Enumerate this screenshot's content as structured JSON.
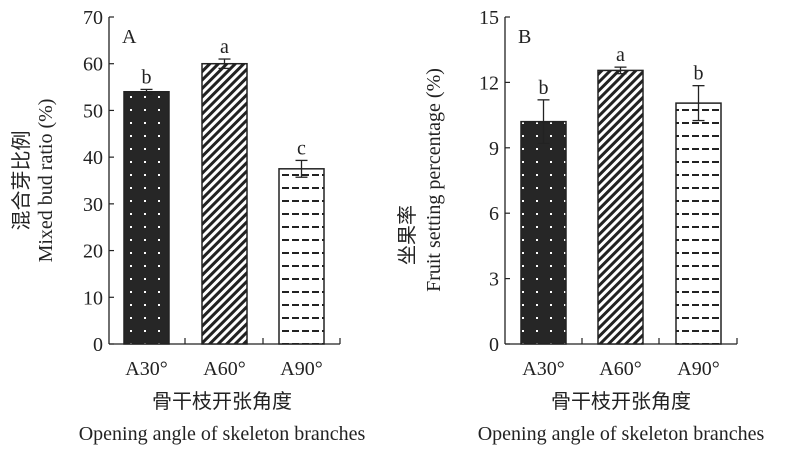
{
  "chart_data": [
    {
      "type": "bar",
      "panel_label": "A",
      "categories": [
        "A30°",
        "A60°",
        "A90°"
      ],
      "values": [
        54.0,
        60.0,
        37.5
      ],
      "errors": [
        0.5,
        1.0,
        1.8
      ],
      "significance": [
        "b",
        "a",
        "c"
      ],
      "patterns": [
        "dots-dark",
        "diagonal-stripes",
        "dashes-light"
      ],
      "ylim": [
        0,
        70
      ],
      "yticks": [
        "0",
        "10",
        "20",
        "30",
        "40",
        "50",
        "60",
        "70"
      ],
      "ylabel_cn": "混合芽比例",
      "ylabel": "Mixed bud ratio (%)",
      "xlabel_cn": "骨干枝开张角度",
      "xlabel": "Opening angle of skeleton branches",
      "grid": false
    },
    {
      "type": "bar",
      "panel_label": "B",
      "categories": [
        "A30°",
        "A60°",
        "A90°"
      ],
      "values": [
        10.2,
        12.55,
        11.05
      ],
      "errors": [
        1.0,
        0.15,
        0.8
      ],
      "significance": [
        "b",
        "a",
        "b"
      ],
      "patterns": [
        "dots-dark",
        "diagonal-stripes",
        "dashes-light"
      ],
      "ylim": [
        0,
        15
      ],
      "yticks": [
        "0",
        "3",
        "6",
        "9",
        "12",
        "15"
      ],
      "ylabel_cn": "坐果率",
      "ylabel": "Fruit setting percentage (%)",
      "xlabel_cn": "骨干枝开张角度",
      "xlabel": "Opening angle of skeleton branches",
      "grid": false
    }
  ]
}
